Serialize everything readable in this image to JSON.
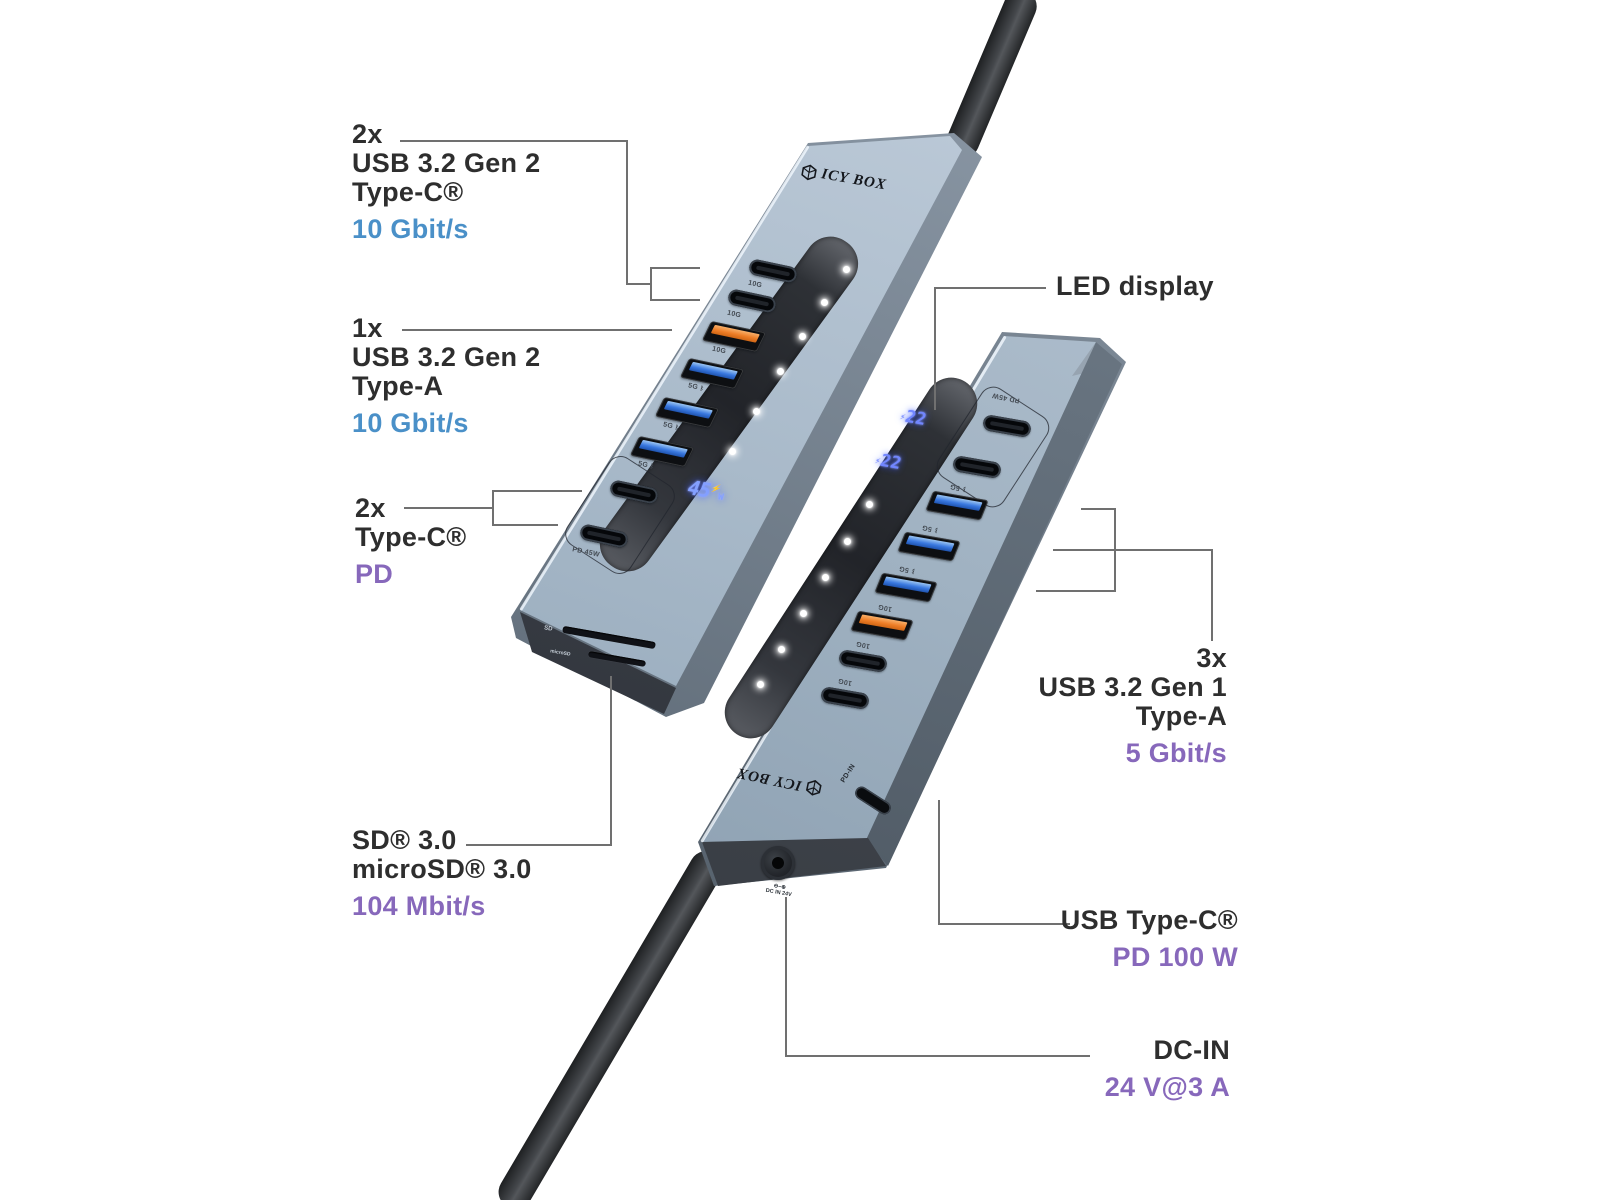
{
  "colors": {
    "speed_blue": "#4a90c8",
    "speed_purple": "#8768bb",
    "label_dark": "#2e2e2e",
    "port_orange": "#ee7e27",
    "port_blue": "#3a79e0",
    "led_blue": "#7b93ff",
    "body_steel": "#a5b6c6"
  },
  "callouts": {
    "typec_gen2": {
      "count": "2x",
      "line1": "USB 3.2 Gen 2",
      "line2": "Type-C®",
      "speed": "10 Gbit/s"
    },
    "typea_gen2": {
      "count": "1x",
      "line1": "USB 3.2 Gen 2",
      "line2": "Type-A",
      "speed": "10 Gbit/s"
    },
    "typec_pd": {
      "count": "2x",
      "line1": "Type-C®",
      "speed": "PD"
    },
    "card_reader": {
      "line1": "SD® 3.0",
      "line2": "microSD® 3.0",
      "speed": "104 Mbit/s"
    },
    "led_display": {
      "label": "LED display"
    },
    "typea_gen1": {
      "count": "3x",
      "line1": "USB 3.2 Gen 1",
      "line2": "Type-A",
      "speed": "5 Gbit/s"
    },
    "usb_typec_pd": {
      "label": "USB Type-C®",
      "speed": "PD 100 W"
    },
    "dc_in": {
      "label": "DC-IN",
      "speed": "24 V@3 A"
    }
  },
  "front_device": {
    "brand": "ICY BOX",
    "ports": [
      {
        "type": "usb-c",
        "label": "10G"
      },
      {
        "type": "usb-c",
        "label": "10G"
      },
      {
        "type": "usb-a-orange",
        "label": "10G"
      },
      {
        "type": "usb-a-blue",
        "label": "5G"
      },
      {
        "type": "usb-a-blue",
        "label": "5G"
      },
      {
        "type": "usb-a-blue",
        "label": "5G"
      }
    ],
    "pd_group_label": "PD 45W",
    "display_value": "45",
    "display_unit": "W",
    "bolt": "⚡",
    "ss_icon": "ᛒ",
    "sd_label": "SD",
    "microsd_label": "microSD"
  },
  "rear_device": {
    "brand": "ICY BOX",
    "pd_group_label": "PD 45W",
    "led_values": [
      "22",
      "22"
    ],
    "bolt": "⚡",
    "ss_icon": "ᛒ",
    "port_labels": [
      "5G",
      "5G",
      "5G",
      "10G",
      "10G",
      "10G"
    ],
    "pd_in_label": "PD-IN",
    "dc_icon": "⊖–⊕",
    "dc_label": "DC IN 24V"
  }
}
